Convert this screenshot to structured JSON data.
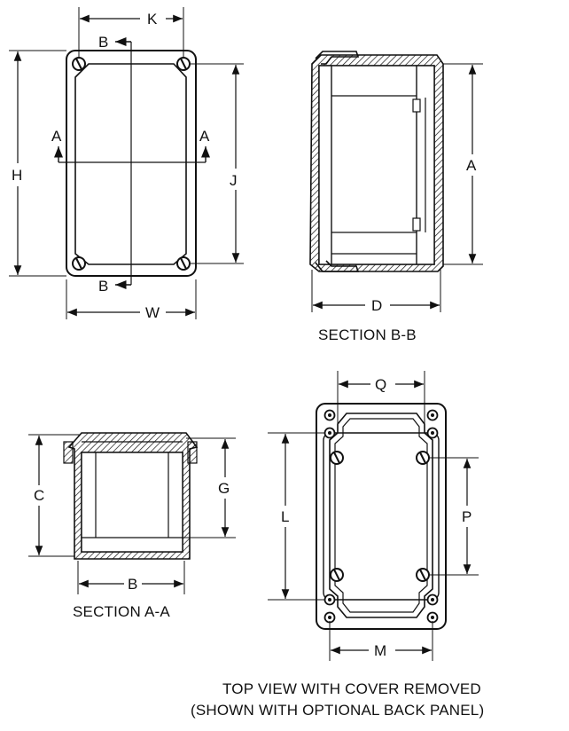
{
  "diagram": {
    "top_view": {
      "labels": {
        "K": "K",
        "W": "W",
        "H": "H",
        "J": "J",
        "A_left": "A",
        "A_right": "A",
        "B_top": "B",
        "B_bottom": "B"
      }
    },
    "section_bb": {
      "labels": {
        "A": "A",
        "D": "D"
      },
      "caption": "SECTION B-B"
    },
    "section_aa": {
      "labels": {
        "C": "C",
        "G": "G",
        "B": "B"
      },
      "caption": "SECTION A-A"
    },
    "top_view_cover_removed": {
      "labels": {
        "Q": "Q",
        "L": "L",
        "P": "P",
        "M": "M"
      },
      "caption_line1": "TOP VIEW WITH COVER REMOVED",
      "caption_line2": "(SHOWN WITH OPTIONAL BACK PANEL)"
    }
  }
}
